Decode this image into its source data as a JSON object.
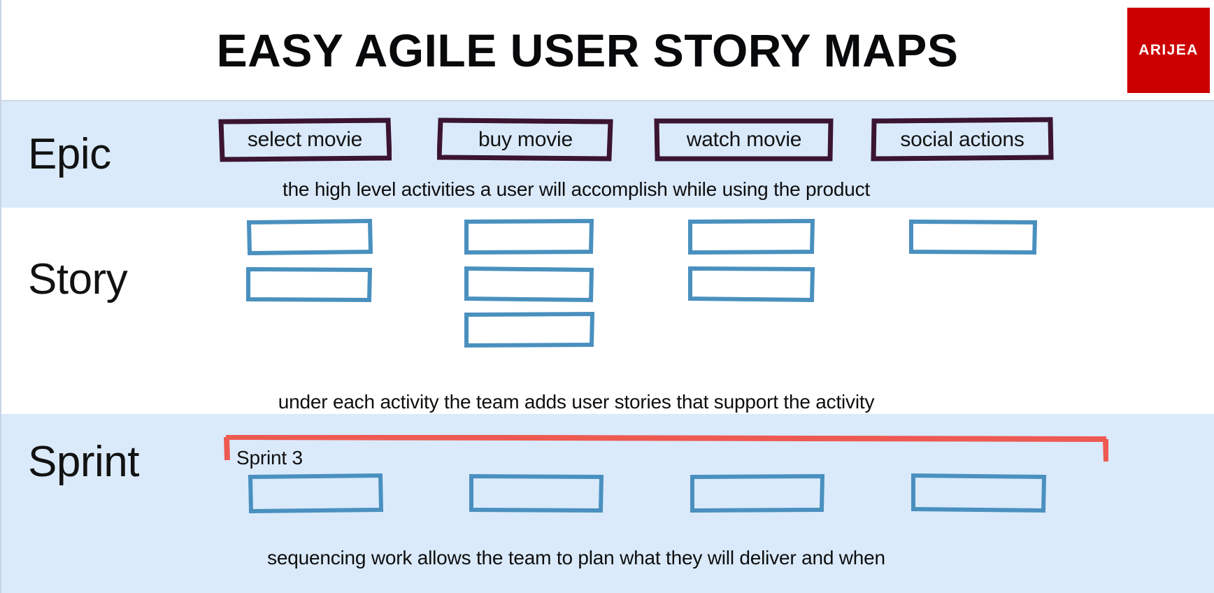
{
  "header": {
    "title": "EASY AGILE USER STORY MAPS",
    "logo_text": "ARIJEA",
    "logo_color": "#cc0000"
  },
  "colors": {
    "band_blue": "#daeafb",
    "epic_border": "#3b1431",
    "story_border": "#4a90bf",
    "bracket_red": "#ee5a52",
    "text": "#111111"
  },
  "rows": {
    "epic": {
      "label": "Epic",
      "caption": "the high level activities a user will accomplish while using the product",
      "cards": [
        {
          "label": "select movie"
        },
        {
          "label": "buy movie"
        },
        {
          "label": "watch movie"
        },
        {
          "label": "social actions"
        }
      ]
    },
    "story": {
      "label": "Story",
      "caption": "under each activity the team adds user stories that support the activity",
      "columns": [
        {
          "count": 2,
          "cards": [
            "",
            ""
          ]
        },
        {
          "count": 3,
          "cards": [
            "",
            "",
            ""
          ]
        },
        {
          "count": 2,
          "cards": [
            "",
            ""
          ]
        },
        {
          "count": 1,
          "cards": [
            ""
          ]
        }
      ]
    },
    "sprint": {
      "label": "Sprint",
      "bracket_label": "Sprint 3",
      "caption": "sequencing work allows the team to plan what they will deliver and when",
      "cards": [
        "",
        "",
        "",
        ""
      ]
    }
  }
}
